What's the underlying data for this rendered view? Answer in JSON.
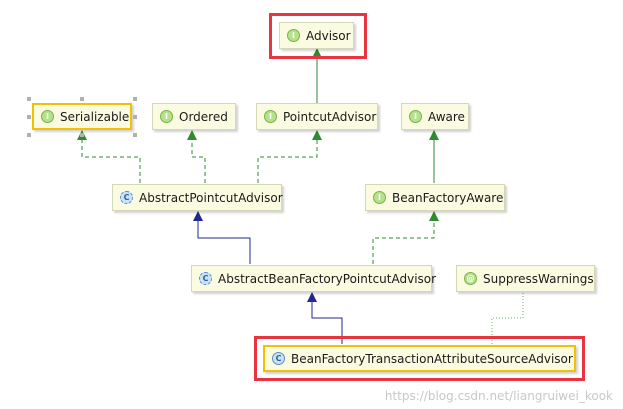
{
  "nodes": {
    "advisor": {
      "label": "Advisor",
      "kind": "I"
    },
    "serializable": {
      "label": "Serializable",
      "kind": "I"
    },
    "ordered": {
      "label": "Ordered",
      "kind": "I"
    },
    "pointcut_advisor": {
      "label": "PointcutAdvisor",
      "kind": "I"
    },
    "aware": {
      "label": "Aware",
      "kind": "I"
    },
    "abstract_pointcut_advisor": {
      "label": "AbstractPointcutAdvisor",
      "kind": "C"
    },
    "bean_factory_aware": {
      "label": "BeanFactoryAware",
      "kind": "I"
    },
    "abstract_bean_factory_pointcut_advisor": {
      "label": "AbstractBeanFactoryPointcutAdvisor",
      "kind": "C"
    },
    "suppress_warnings": {
      "label": "SuppressWarnings",
      "kind": "@"
    },
    "bean_factory_transaction_attribute_source_advisor": {
      "label": "BeanFactoryTransactionAttributeSourceAdvisor",
      "kind": "C"
    }
  },
  "colors": {
    "implements_edge": "#2e8b2e",
    "extends_edge": "#1f2a8a",
    "annotation_edge": "#6fae6f",
    "highlight": "#e8343e",
    "selection": "#f2c200"
  },
  "watermark": "https://blog.csdn.net/liangruiwei_kook"
}
